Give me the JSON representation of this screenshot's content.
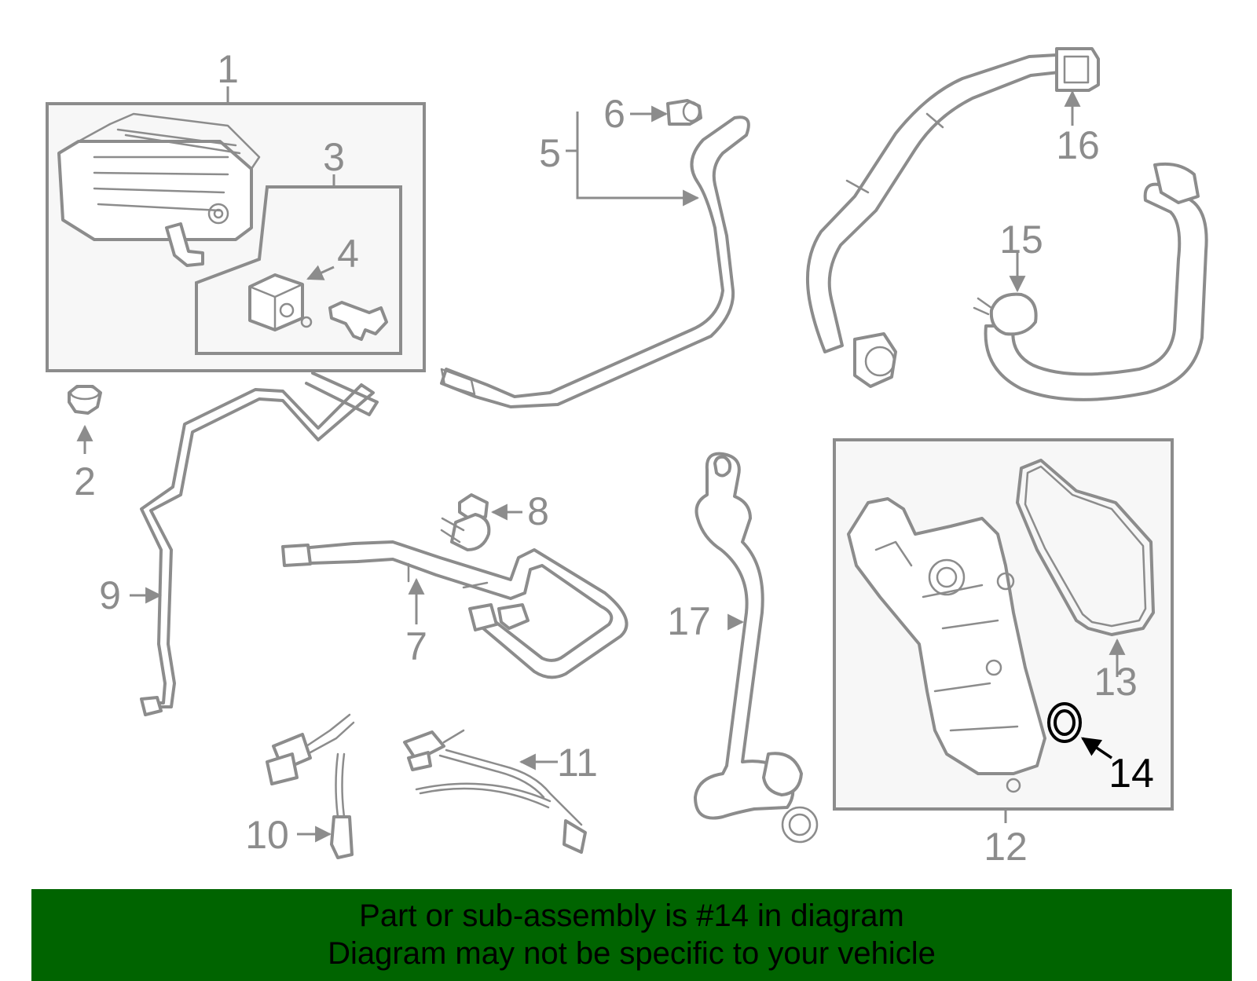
{
  "callouts": {
    "c1": "1",
    "c2": "2",
    "c3": "3",
    "c4": "4",
    "c5": "5",
    "c6": "6",
    "c7": "7",
    "c8": "8",
    "c9": "9",
    "c10": "10",
    "c11": "11",
    "c12": "12",
    "c13": "13",
    "c14": "14",
    "c15": "15",
    "c16": "16",
    "c17": "17"
  },
  "highlighted_part": "14",
  "colors": {
    "line": "#8c8c8c",
    "highlight": "#000000",
    "banner_bg": "#006400",
    "box_fill": "#f7f7f7"
  },
  "banner": {
    "line1": "Part or sub-assembly is #14 in diagram",
    "line2": "Diagram may not be specific to your vehicle"
  }
}
